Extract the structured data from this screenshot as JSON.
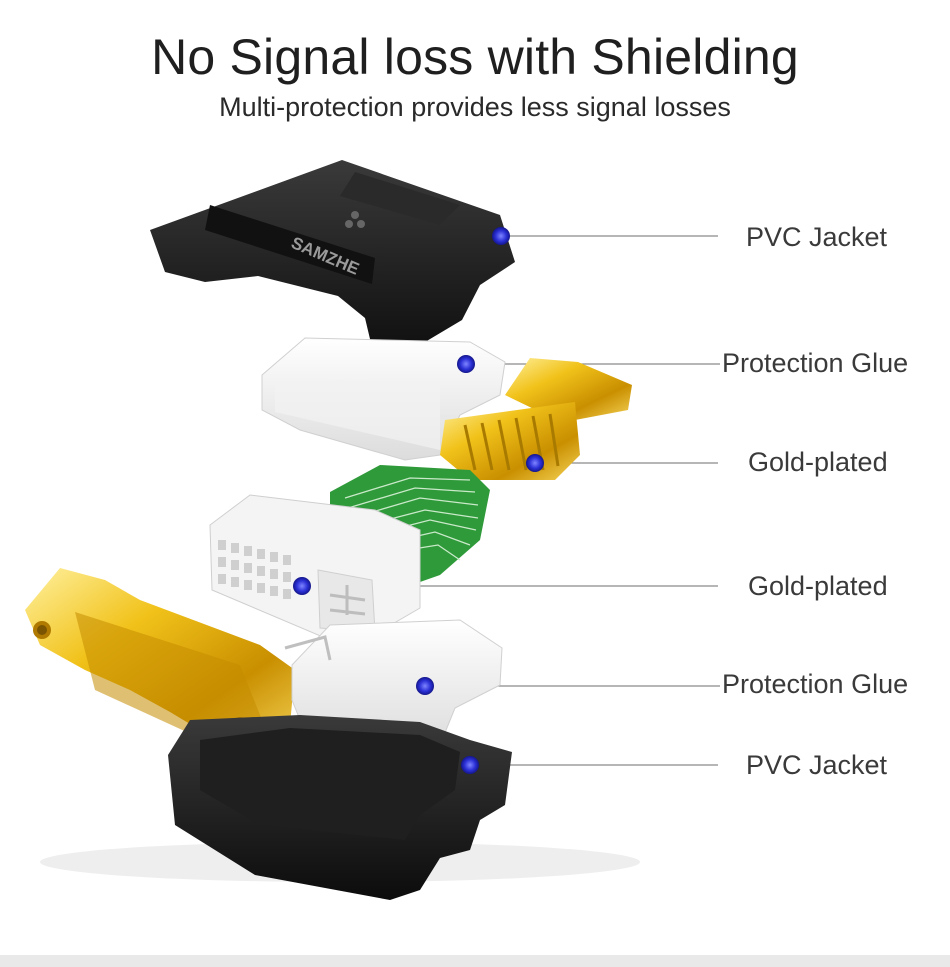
{
  "header": {
    "title": "No Signal loss with Shielding",
    "subtitle": "Multi-protection provides less signal losses"
  },
  "product": {
    "brand_mark": "SAMZHE"
  },
  "callouts": [
    {
      "label": "PVC Jacket"
    },
    {
      "label": "Protection Glue"
    },
    {
      "label": "Gold-plated"
    },
    {
      "label": "Gold-plated"
    },
    {
      "label": "Protection Glue"
    },
    {
      "label": "PVC Jacket"
    }
  ],
  "colors": {
    "gold": "#e8b410",
    "jacket": "#1a1a1a",
    "pcb": "#2f9a3a",
    "marker": "#3035d8",
    "leader": "#8a8a8a"
  }
}
